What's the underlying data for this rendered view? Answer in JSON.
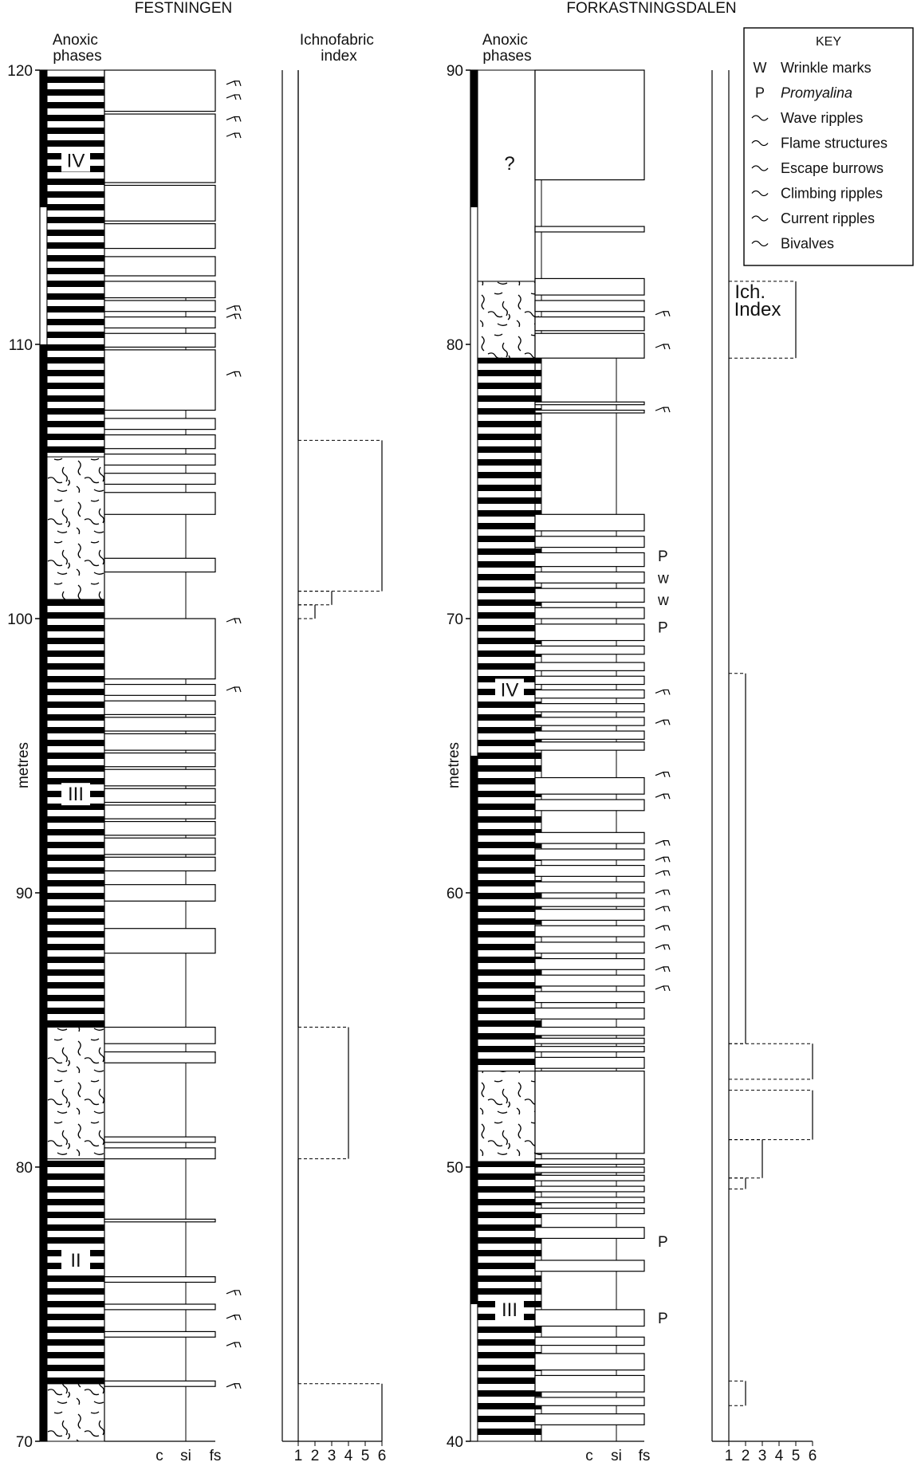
{
  "titles": {
    "left": "FESTNINGEN",
    "right": "FORKASTNINGSDALEN"
  },
  "column_headers": {
    "anoxic": "Anoxic\nphases",
    "ichno": "Ichnofabric\nindex",
    "ich_short": "Ich.\nIndex"
  },
  "axis": {
    "unit": "metres",
    "grain_labels": [
      "c",
      "si",
      "fs"
    ],
    "index_labels": [
      "1",
      "2",
      "3",
      "4",
      "5",
      "6"
    ]
  },
  "left_section": {
    "name": "FESTNINGEN",
    "range_m": [
      70,
      120
    ],
    "ticks": [
      120,
      110,
      100,
      90,
      80,
      70
    ],
    "phase_labels": [
      {
        "label": "IV",
        "m": 116.7
      },
      {
        "label": "III",
        "m": 93.6
      },
      {
        "label": "II",
        "m": 76.6
      }
    ],
    "black_bar": [
      [
        70,
        75
      ],
      [
        75,
        110
      ],
      [
        110,
        115
      ],
      [
        115,
        120
      ]
    ],
    "anoxic_fill": [
      {
        "from": 70,
        "to": 72.1,
        "type": "bioturbated"
      },
      {
        "from": 72.1,
        "to": 80.3,
        "type": "laminated"
      },
      {
        "from": 80.3,
        "to": 85.1,
        "type": "bioturbated"
      },
      {
        "from": 85.1,
        "to": 100.7,
        "type": "laminated"
      },
      {
        "from": 100.7,
        "to": 105.9,
        "type": "bioturbated"
      },
      {
        "from": 105.9,
        "to": 120,
        "type": "laminated"
      }
    ],
    "index_steps": [
      {
        "from": 70,
        "to": 72.1,
        "value": 6
      },
      {
        "from": 72.1,
        "to": 80.3,
        "value": 1
      },
      {
        "from": 80.3,
        "to": 85.1,
        "value": 4
      },
      {
        "from": 85.1,
        "to": 100.0,
        "value": 1
      },
      {
        "from": 100.0,
        "to": 100.5,
        "value": 2
      },
      {
        "from": 100.5,
        "to": 101.0,
        "value": 3
      },
      {
        "from": 101.0,
        "to": 106.5,
        "value": 6
      },
      {
        "from": 106.5,
        "to": 120,
        "value": 1
      }
    ]
  },
  "right_section": {
    "name": "FORKASTNINGSDALEN",
    "range_m": [
      40,
      90
    ],
    "ticks": [
      90,
      80,
      70,
      60,
      50,
      40
    ],
    "phase_labels": [
      {
        "label": "IV",
        "m": 67.4
      },
      {
        "label": "III",
        "m": 44.8
      },
      {
        "label": "?",
        "m": 86.6
      }
    ],
    "black_bar": [
      [
        40,
        45
      ],
      [
        45,
        65
      ],
      [
        65,
        85
      ],
      [
        85,
        90
      ]
    ],
    "anoxic_fill": [
      {
        "from": 40,
        "to": 50.2,
        "type": "laminated"
      },
      {
        "from": 50.2,
        "to": 53.5,
        "type": "bioturbated"
      },
      {
        "from": 53.5,
        "to": 79.5,
        "type": "laminated"
      },
      {
        "from": 79.5,
        "to": 82.3,
        "type": "bioturbated"
      },
      {
        "from": 82.3,
        "to": 90,
        "type": "blank"
      }
    ],
    "index_steps": [
      {
        "from": 41.3,
        "to": 42.2,
        "value": 2
      },
      {
        "from": 49.2,
        "to": 49.6,
        "value": 2
      },
      {
        "from": 49.6,
        "to": 51.0,
        "value": 3
      },
      {
        "from": 51.0,
        "to": 52.8,
        "value": 6
      },
      {
        "from": 53.2,
        "to": 54.5,
        "value": 6
      },
      {
        "from": 54.5,
        "to": 68.0,
        "value": 2
      },
      {
        "from": 79.5,
        "to": 82.3,
        "value": 5
      }
    ]
  },
  "key": {
    "title": "KEY",
    "items": [
      {
        "symbol": "W",
        "label": "Wrinkle marks",
        "italic": false
      },
      {
        "symbol": "P",
        "label": "Promyalina",
        "italic": true
      },
      {
        "symbol": "wave-ripple-icon",
        "label": "Wave ripples",
        "italic": false
      },
      {
        "symbol": "flame-structure-icon",
        "label": "Flame structures",
        "italic": false
      },
      {
        "symbol": "escape-burrow-icon",
        "label": "Escape burrows",
        "italic": false
      },
      {
        "symbol": "climbing-ripple-icon",
        "label": "Climbing ripples",
        "italic": false
      },
      {
        "symbol": "current-ripple-icon",
        "label": "Current ripples",
        "italic": false
      },
      {
        "symbol": "bivalve-icon",
        "label": "Bivalves",
        "italic": false
      }
    ]
  },
  "annotations_right": [
    {
      "text": "P",
      "m": 72.3
    },
    {
      "text": "w",
      "m": 71.5
    },
    {
      "text": "w",
      "m": 70.7
    },
    {
      "text": "P",
      "m": 69.7
    },
    {
      "text": "P",
      "m": 47.3
    },
    {
      "text": "P",
      "m": 44.5
    }
  ]
}
